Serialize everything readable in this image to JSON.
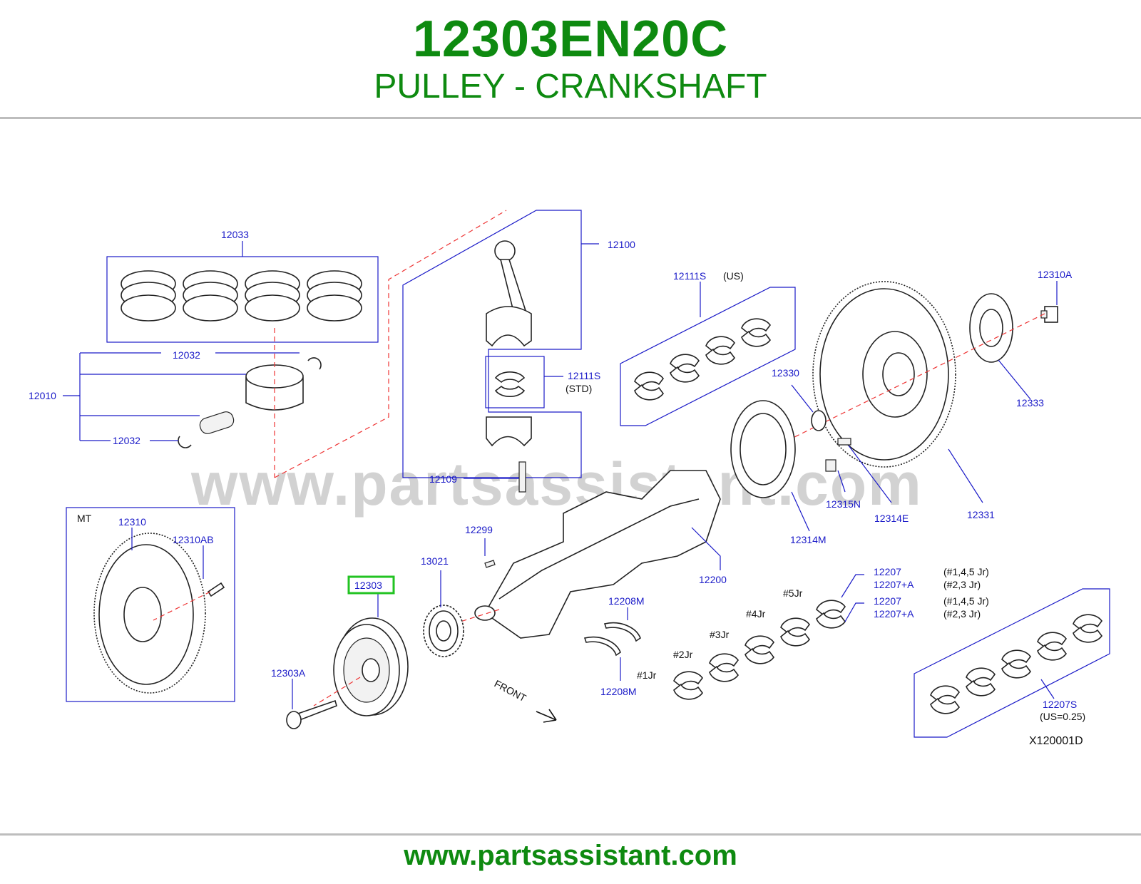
{
  "header": {
    "part_number": "12303EN20C",
    "part_name": "PULLEY - CRANKSHAFT"
  },
  "watermark": "www.partsassistant.com",
  "footer": {
    "url": "www.partsassistant.com"
  },
  "highlight_color": "#22c322",
  "diagram": {
    "code": "X120001D",
    "labels": {
      "l12033": "12033",
      "l12100": "12100",
      "l12111S_us": "12111S",
      "l_us": "(US)",
      "l12310A": "12310A",
      "l12032_top": "12032",
      "l12010": "12010",
      "l12032_bot": "12032",
      "l12111S_std": "12111S",
      "l_std": "(STD)",
      "l12330": "12330",
      "l12333": "12333",
      "l12109": "12109",
      "l12315N": "12315N",
      "l12314E": "12314E",
      "l12331": "12331",
      "l12314M": "12314M",
      "l_mt": "MT",
      "l12310": "12310",
      "l12310AB": "12310AB",
      "l12299": "12299",
      "l13021": "13021",
      "l12303": "12303",
      "l12200": "12200",
      "l12208M_top": "12208M",
      "l12208M_bot": "12208M",
      "l12303A": "12303A",
      "l12207_a": "12207",
      "l12207A_a": "12207+A",
      "l12207_b": "12207",
      "l12207A_b": "12207+A",
      "l_jr145_a": "(#1,4,5   Jr)",
      "l_jr23_a": "(#2,3   Jr)",
      "l_jr145_b": "(#1,4,5   Jr)",
      "l_jr23_b": "(#2,3   Jr)",
      "l_5jr": "#5Jr",
      "l_4jr": "#4Jr",
      "l_3jr": "#3Jr",
      "l_2jr": "#2Jr",
      "l_1jr": "#1Jr",
      "l_front": "FRONT",
      "l12207S": "12207S",
      "l_us025": "(US=0.25)"
    }
  }
}
